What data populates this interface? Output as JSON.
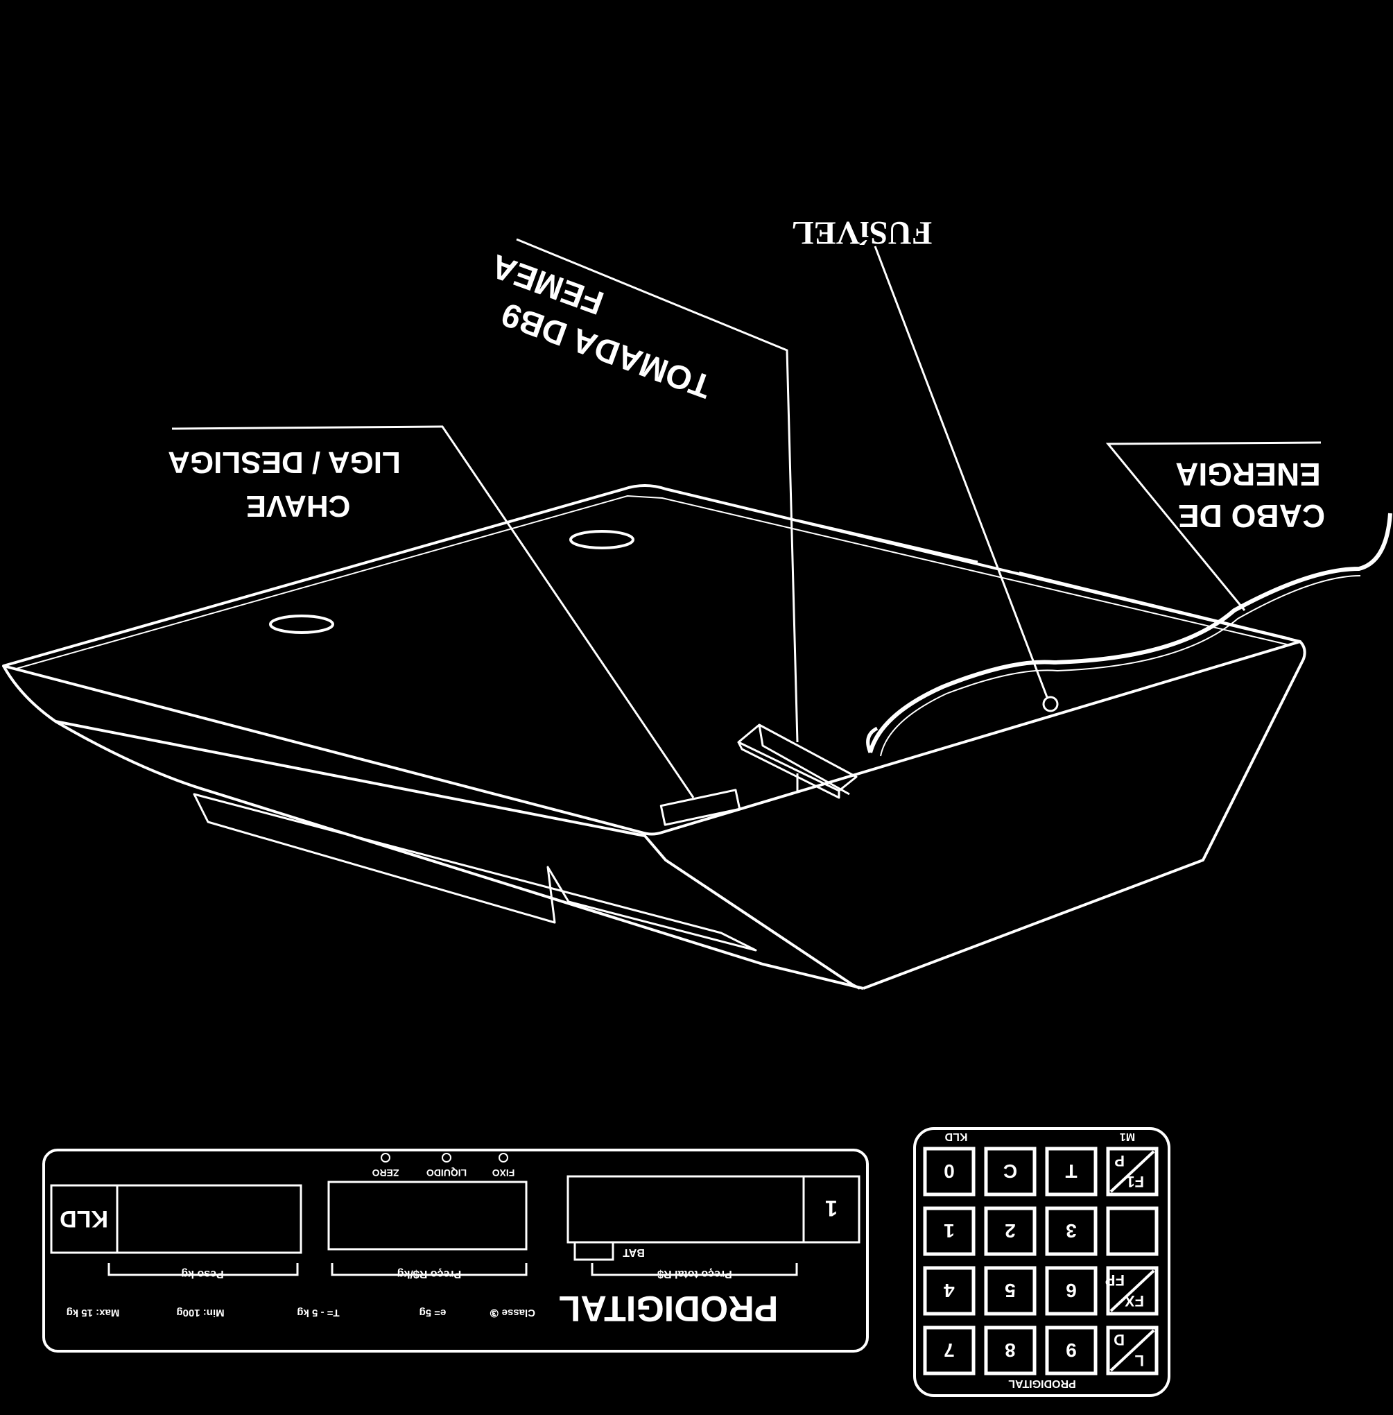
{
  "callouts": {
    "chave_line1": "CHAVE",
    "chave_line2": "LIGA / DESLIGA",
    "tomada_line1": "TOMADA DB9",
    "tomada_line2": "FEMEA",
    "fusivel": "FUSíVEL",
    "cabo_line1": "CABO DE",
    "cabo_line2": "ENERGIA"
  },
  "panel": {
    "brand": "PRODIGITAL",
    "model_box": "KLD",
    "spec_max": "Max: 15 kg",
    "spec_min": "Min: 100g",
    "spec_t": "T= - 5 kg",
    "spec_e": "e= 5g",
    "spec_class": "Classe ③",
    "label_peso": "Peso kg",
    "label_preco": "Preço R$/kg",
    "label_total": "Preço total R$",
    "label_bat": "BAT",
    "indicator_right": "1",
    "led_zero": "ZERO",
    "led_liquido": "LIQUIDO",
    "led_fixo": "FIXO"
  },
  "keypad": {
    "top_left": "KLD",
    "top_right": "M1",
    "bottom": "PRODIGITAL",
    "rows": [
      [
        "0",
        "C",
        "T",
        "F1 P"
      ],
      [
        "1",
        "2",
        "3",
        ""
      ],
      [
        "4",
        "5",
        "6",
        "FX FP"
      ],
      [
        "7",
        "8",
        "9",
        "L D"
      ]
    ]
  }
}
